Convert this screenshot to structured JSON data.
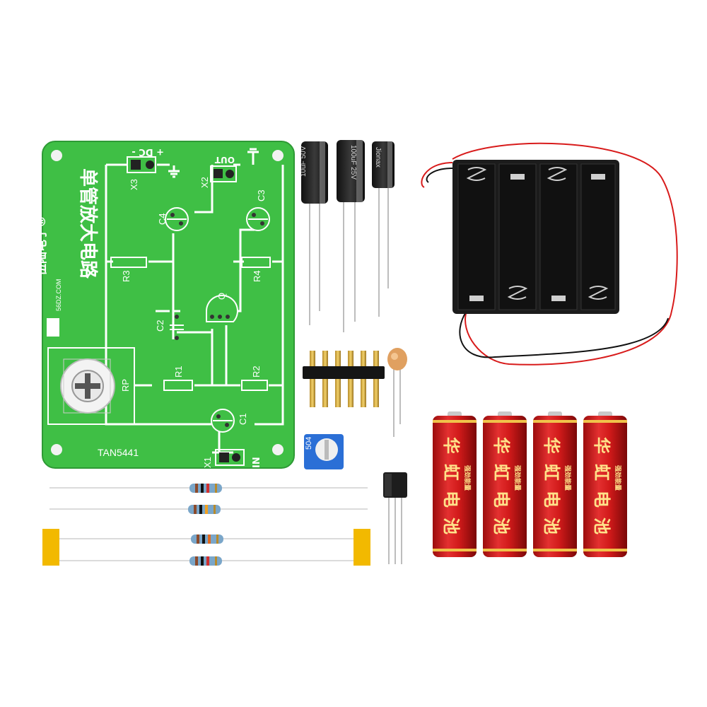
{
  "pcb": {
    "title": "单管放大电路",
    "brand": "伍陆电子®",
    "brand_url": "56DZ.COM",
    "model": "TAN5441",
    "color": "#3fbf45",
    "labels": {
      "dc": "+ DC -",
      "x3": "X3",
      "x2": "X2",
      "out": "OUT",
      "c3": "C3",
      "c4": "C4",
      "r3": "R3",
      "r4": "R4",
      "q": "Q",
      "c2": "C2",
      "r1": "R1",
      "r2": "R2",
      "rp": "RP",
      "c1": "C1",
      "x1": "X1",
      "in": "IN"
    }
  },
  "capacitors": {
    "cap_a": "10uF 50V",
    "cap_b": "100uF 25V",
    "cap_c": "Jionax"
  },
  "trimmer": {
    "label": "504"
  },
  "batteries": {
    "brand": "华虹电池",
    "sub": "强劲能量",
    "count": 4,
    "color": "#d11a1a"
  },
  "icons": {
    "battery-holder": "4xAA holder",
    "transistor": "TO-92",
    "pin-header": "6-pin header",
    "resistor": "axial resistor"
  }
}
